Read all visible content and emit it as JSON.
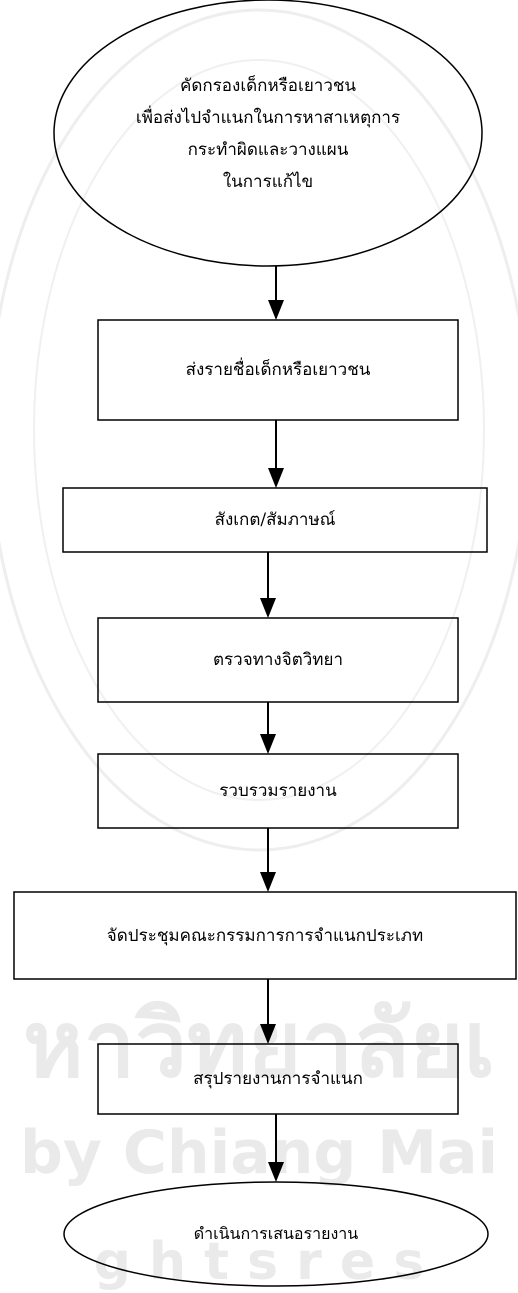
{
  "flowchart": {
    "start_lines": [
      "คัดกรองเด็กหรือเยาวชน",
      "เพื่อส่งไปจำแนกในการหาสาเหตุการ",
      "กระทำผิดและวางแผน",
      "ในการแก้ไข"
    ],
    "steps": [
      "ส่งรายชื่อเด็กหรือเยาวชน",
      "สังเกต/สัมภาษณ์",
      "ตรวจทางจิตวิทยา",
      "รวบรวมรายงาน",
      "จัดประชุมคณะกรรมการการจำแนกประเภท",
      "สรุปรายงานการจำแนก"
    ],
    "end_label": "ดำเนินการเสนอรายงาน"
  },
  "watermark": {
    "line1": "หาวิทยาลัยเ",
    "line2": "by Chiang Mai",
    "line3": "g h t s   r e s"
  }
}
